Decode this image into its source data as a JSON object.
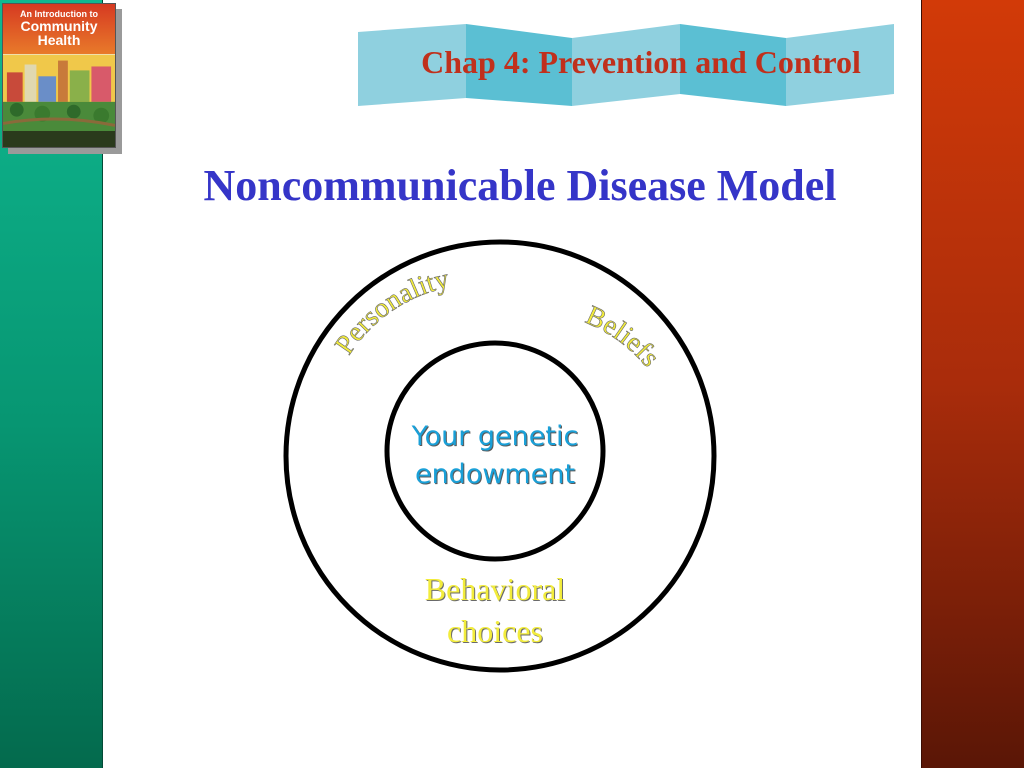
{
  "header": {
    "chapter_title": "Chap 4: Prevention and Control",
    "ribbon_color": "#5bbfd3"
  },
  "book_cover": {
    "line1": "An Introduction to",
    "line2": "Community",
    "line3": "Health"
  },
  "slide": {
    "title": "Noncommunicable Disease Model",
    "title_color": "#3535c8",
    "chapter_color": "#c0301c"
  },
  "diagram": {
    "inner_label": [
      "Your genetic",
      "endowment"
    ],
    "outer_labels": {
      "personality": "Personality",
      "beliefs": "Beliefs",
      "behavioral": [
        "Behavioral",
        "choices"
      ]
    },
    "inner_label_color": "#1aa0d8",
    "outer_label_color": "#f2ec3c"
  },
  "side_bars": {
    "left_color": "#079672",
    "right_color": "#a92c0b"
  }
}
